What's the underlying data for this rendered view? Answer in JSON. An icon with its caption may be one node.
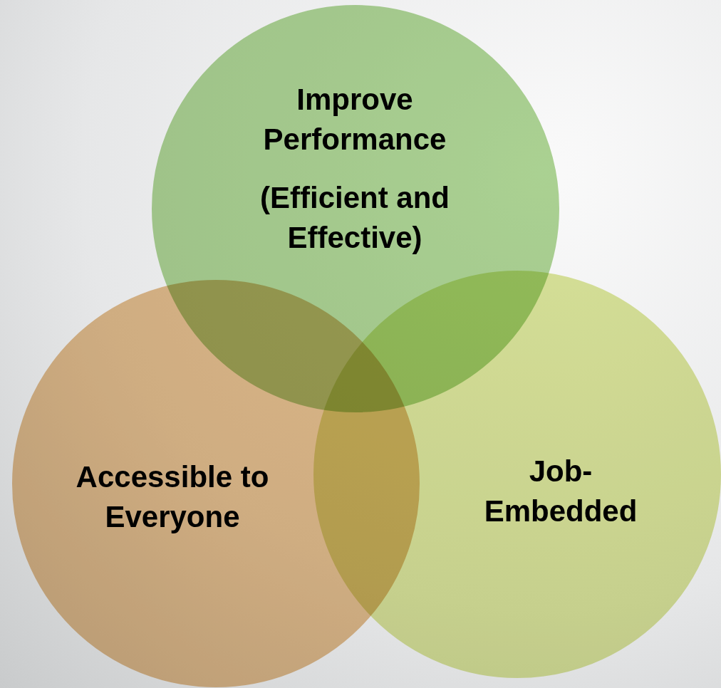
{
  "diagram": {
    "nodes": [
      {
        "text": [
          "Improve Performance",
          "(Efficient and Effective)"
        ]
      },
      {
        "text": [
          "Accessible to Everyone"
        ]
      },
      {
        "text": [
          "Job- Embedded"
        ]
      }
    ]
  }
}
